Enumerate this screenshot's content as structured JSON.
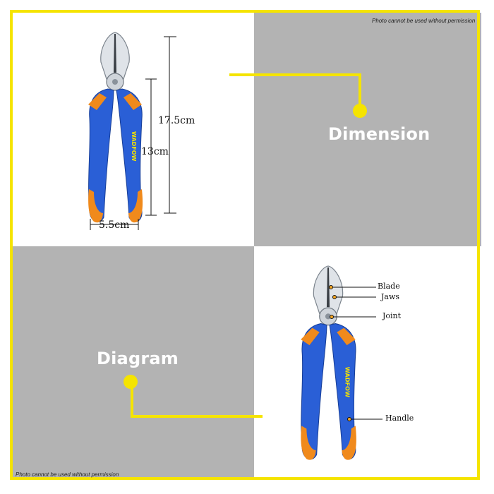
{
  "watermark": {
    "top_right": "Photo cannot be used without permission",
    "bottom_left": "Photo cannot be used without permission"
  },
  "sections": {
    "dimension_title": "Dimension",
    "diagram_title": "Diagram"
  },
  "dimensions": {
    "total_length": "17.5cm",
    "handle_length": "13cm",
    "width": "5.5cm"
  },
  "parts": {
    "blade": "Blade",
    "jaws": "Jaws",
    "joint": "Joint",
    "handle": "Handle"
  },
  "brand": {
    "name": "WADFOW",
    "colors": {
      "handle_blue": "#2a5fd6",
      "handle_orange": "#f08a1c",
      "accent_yellow": "#f5e400"
    }
  }
}
